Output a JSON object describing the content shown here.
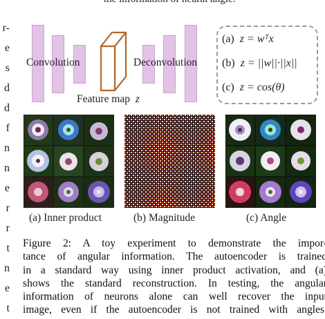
{
  "header_fragment": "the information of neural angle.",
  "margin_letters": [
    "r-",
    "e",
    "s",
    "d",
    "d",
    "f",
    "n",
    "n",
    "e",
    "r",
    "r",
    "t",
    "n",
    "e",
    "t"
  ],
  "diagram": {
    "encoder_label": "Convolution",
    "decoder_label": "Deconvolution",
    "feature_map_label": "Feature map",
    "feature_map_symbol": "z"
  },
  "formulas": [
    {
      "tag": "(a)",
      "expr": "z = wᵀx"
    },
    {
      "tag": "(b)",
      "expr": "z = ||w||·||x||"
    },
    {
      "tag": "(c)",
      "expr": "z = cos(θ)"
    }
  ],
  "panels": [
    {
      "label": "(a) Inner product"
    },
    {
      "label": "(b) Magnitude"
    },
    {
      "label": "(c) Angle"
    }
  ],
  "caption_lines": [
    "Figure 2:  A toy experiment to demonstrate the impor-",
    "tance of angular information. The autoencoder is trained",
    "in a standard way using inner product activation, and (a)",
    "shows the standard reconstruction. In testing, the angular",
    "information of neurons alone can well recover the input",
    "image, even if the autoencoder is not trained with angles."
  ],
  "colors": {
    "bar_fill": "#e2c3e6",
    "feature_map_stroke": "#b0682a",
    "box_dash": "#9a9a9a"
  }
}
